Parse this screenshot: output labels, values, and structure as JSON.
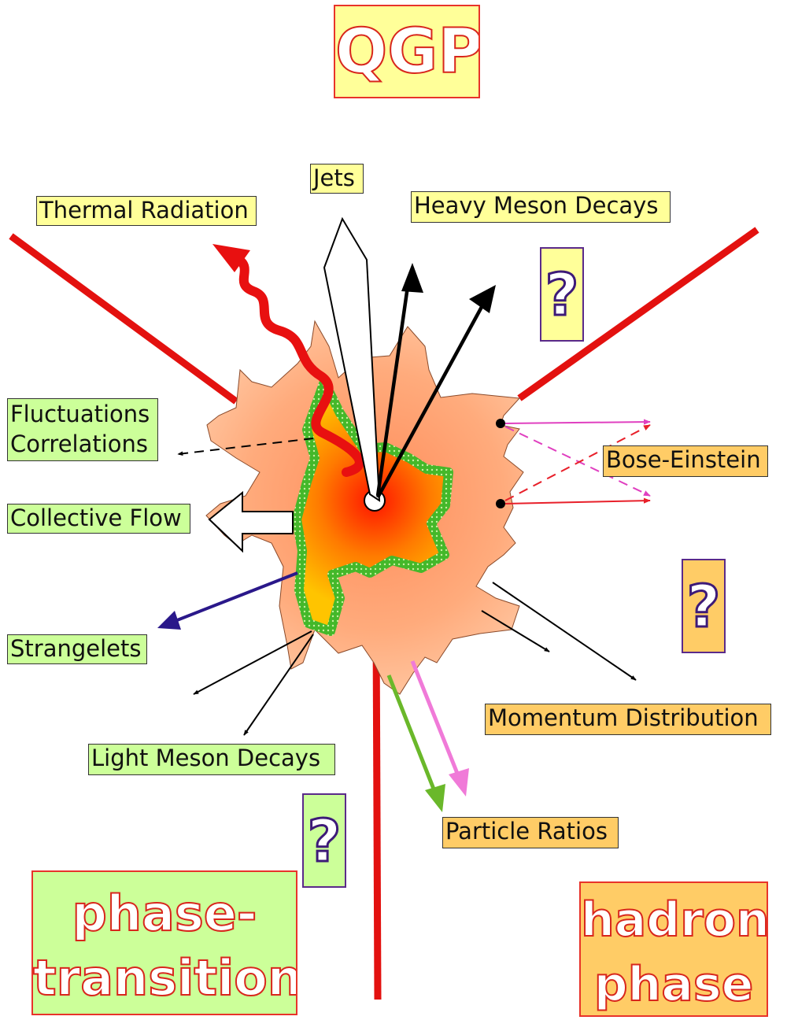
{
  "title": "QGP",
  "corners": {
    "phase_transition_line1": "phase-",
    "phase_transition_line2": "transition",
    "hadron_line1": "hadron",
    "hadron_line2": "phase"
  },
  "labels": {
    "jets": "Jets",
    "thermal_radiation": "Thermal Radiation",
    "heavy_meson_decays": "Heavy Meson Decays",
    "fluctuations": "Fluctuations",
    "correlations": "Correlations",
    "collective_flow": "Collective Flow",
    "strangelets": "Strangelets",
    "light_meson_decays": "Light Meson Decays",
    "bose_einstein": "Bose-Einstein",
    "momentum_distribution": "Momentum Distribution",
    "particle_ratios": "Particle Ratios"
  },
  "question_mark": "?",
  "colors": {
    "region_line": "#e3110f",
    "label_yellow": "#ffff99",
    "label_green": "#ccff99",
    "label_orange": "#ffcc66",
    "fireball_outer": "#ffa878",
    "fireball_core": "#ff2200",
    "qgp_boundary": "#56c23a",
    "thermal_wave": "#e81010"
  }
}
